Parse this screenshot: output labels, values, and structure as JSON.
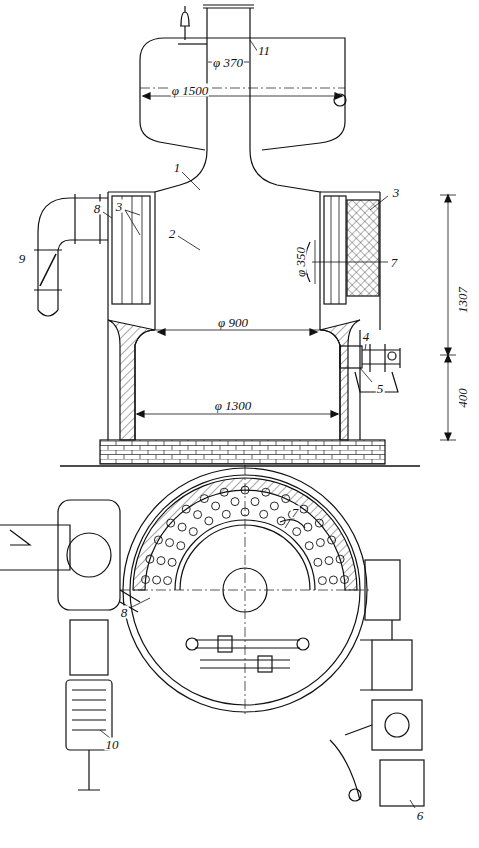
{
  "diagram": {
    "labels": [
      "11",
      "φ 370",
      "φ 1500",
      "8",
      "1",
      "3",
      "2",
      "9",
      "φ 350",
      "3",
      "7",
      "φ 900",
      "1307",
      "4",
      "5",
      "400",
      "φ 1300",
      "7",
      "8",
      "10",
      "6"
    ]
  }
}
